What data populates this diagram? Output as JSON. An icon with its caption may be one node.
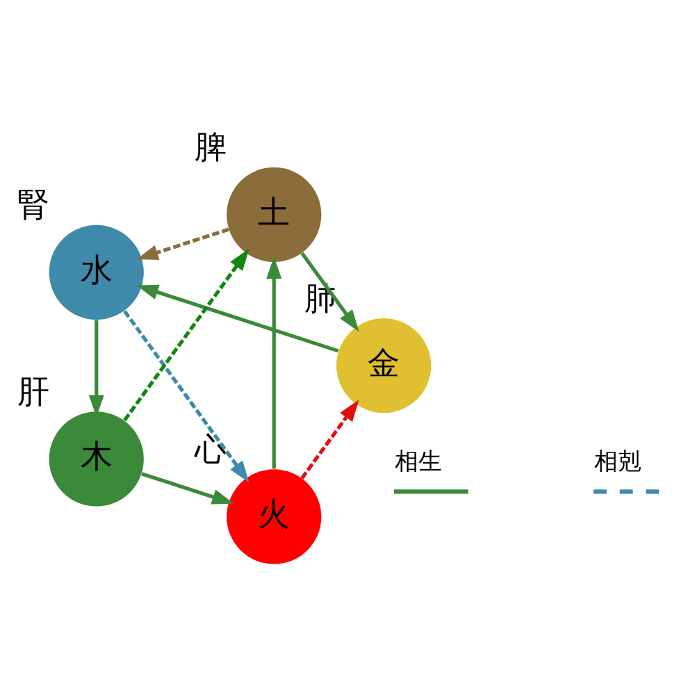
{
  "diagram": {
    "nodes": [
      {
        "text": [
          "火"
        ],
        "beside": [
          "心"
        ]
      },
      {
        "text": [
          "土"
        ],
        "beside": [
          "脾"
        ]
      },
      {
        "text": [
          "金"
        ],
        "beside": [
          "肺"
        ]
      },
      {
        "text": [
          "水"
        ],
        "beside": [
          "腎"
        ]
      },
      {
        "text": [
          "木"
        ],
        "beside": [
          "肝"
        ]
      }
    ],
    "edges": [
      {
        "from": 4,
        "to": 0,
        "arrow": "to"
      },
      {
        "from": 0,
        "to": 1,
        "arrow": "to"
      },
      {
        "from": 1,
        "to": 2,
        "arrow": "to"
      },
      {
        "from": 2,
        "to": 3,
        "arrow": "to"
      },
      {
        "from": 3,
        "to": 4,
        "arrow": "to"
      },
      {
        "from": 4,
        "to": 1,
        "arrow": "to",
        "style": "dashed",
        "color": "#118811"
      },
      {
        "from": 1,
        "to": 3,
        "arrow": "to",
        "style": "dashed",
        "color": "#8a6d3b"
      },
      {
        "from": 3,
        "to": 0,
        "arrow": "to",
        "style": "dashed",
        "color": "#3f8aaa"
      },
      {
        "from": 0,
        "to": 2,
        "arrow": "to",
        "style": "dashed",
        "color": "#e01010"
      }
    ],
    "legend": [
      {
        "text": "相生"
      },
      {
        "text": "相剋"
      }
    ]
  }
}
